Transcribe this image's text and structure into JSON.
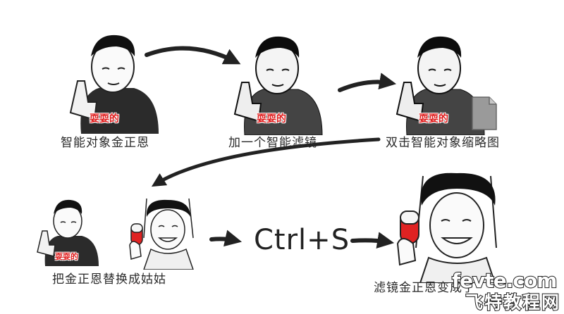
{
  "steps": [
    {
      "caption": "智能对象金正恩",
      "stamp": "耍耍的"
    },
    {
      "caption": "加一个智能滤镜",
      "stamp": "耍耍的"
    },
    {
      "caption": "双击智能对象缩略图",
      "stamp": "耍耍的"
    },
    {
      "caption": "把金正恩替换成姑姑",
      "stamp": "耍耍的"
    },
    {
      "caption": "滤镜金正恩变成了",
      "stamp": ""
    }
  ],
  "shortcut": "Ctrl+S",
  "watermark": {
    "site": "fevte.com",
    "name": "飞特教程网"
  },
  "colors": {
    "stamp": "#e01b1b",
    "ink": "#222222",
    "background": "#ffffff"
  }
}
